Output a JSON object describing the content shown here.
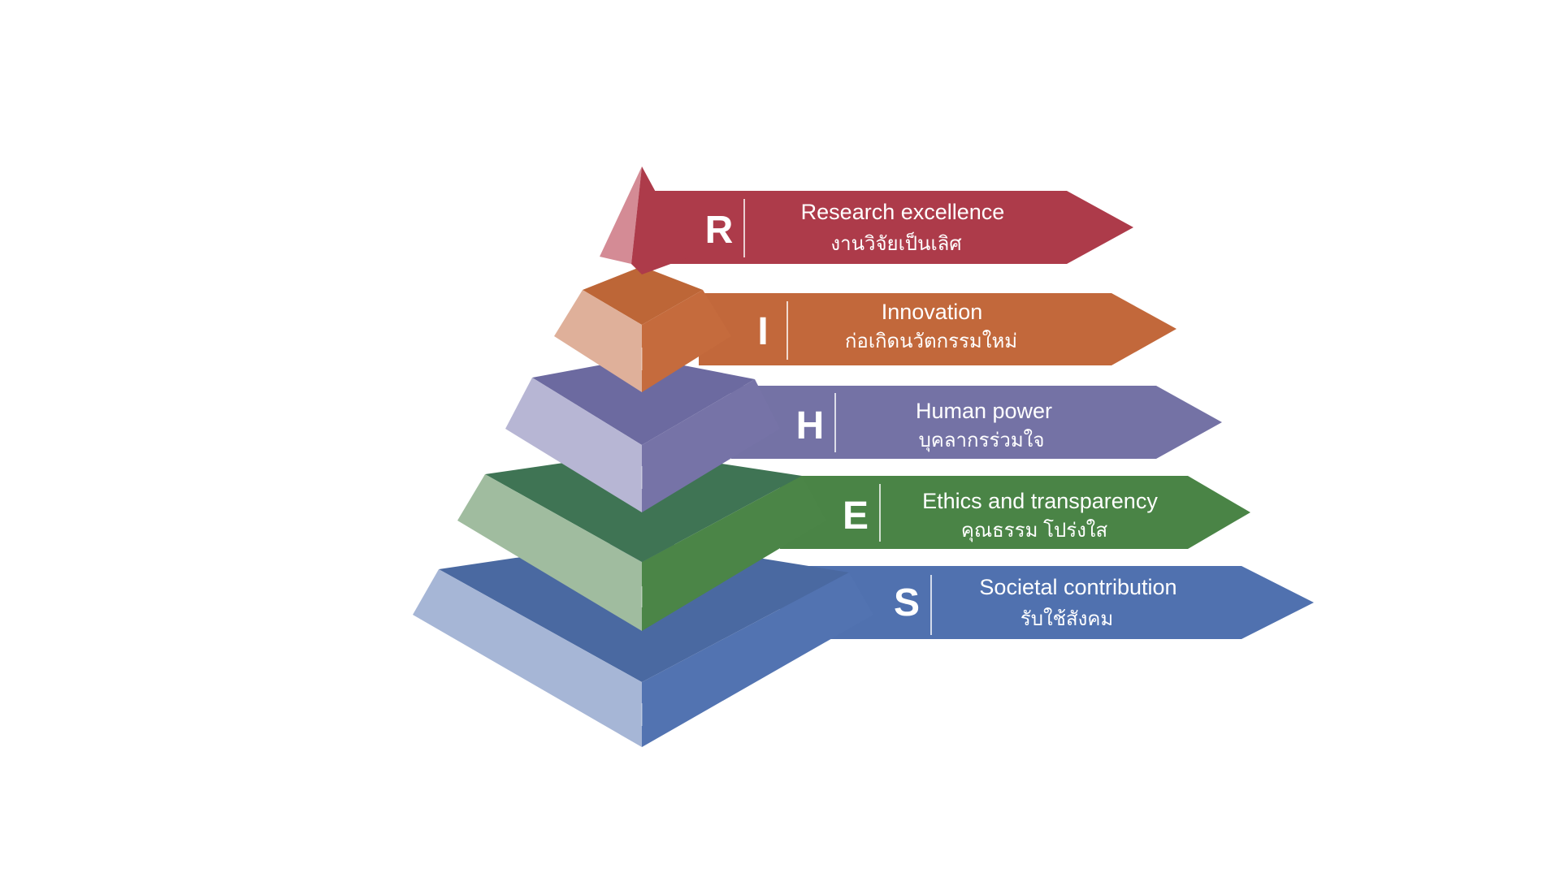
{
  "levels": [
    {
      "letter": "R",
      "title_en": "Research excellence",
      "title_th": "งานวิจัยเป็นเลิศ",
      "colors": {
        "banner": "#ad3b4a",
        "dark": "#a73a49",
        "main": "#ad3b4a",
        "light": "#d48b95"
      }
    },
    {
      "letter": "I",
      "title_en": "Innovation",
      "title_th": "ก่อเกิดนวัตกรรมใหม่",
      "colors": {
        "banner": "#c2683b",
        "dark": "#bd6637",
        "main": "#c56b3d",
        "light": "#dfb09a"
      }
    },
    {
      "letter": "H",
      "title_en": "Human power",
      "title_th": "บุคลากรร่วมใจ",
      "colors": {
        "banner": "#7472a5",
        "dark": "#6c6aa0",
        "main": "#7673a7",
        "light": "#b7b6d4"
      }
    },
    {
      "letter": "E",
      "title_en": "Ethics and transparency",
      "title_th": "คุณธรรม โปร่งใส",
      "colors": {
        "banner": "#4a8446",
        "dark": "#3f7454",
        "main": "#4b8547",
        "light": "#a0bc9f"
      }
    },
    {
      "letter": "S",
      "title_en": "Societal contribution",
      "title_th": "รับใช้สังคม",
      "colors": {
        "banner": "#5071af",
        "dark": "#4a69a1",
        "main": "#5273b1",
        "light": "#a6b6d6"
      }
    }
  ]
}
